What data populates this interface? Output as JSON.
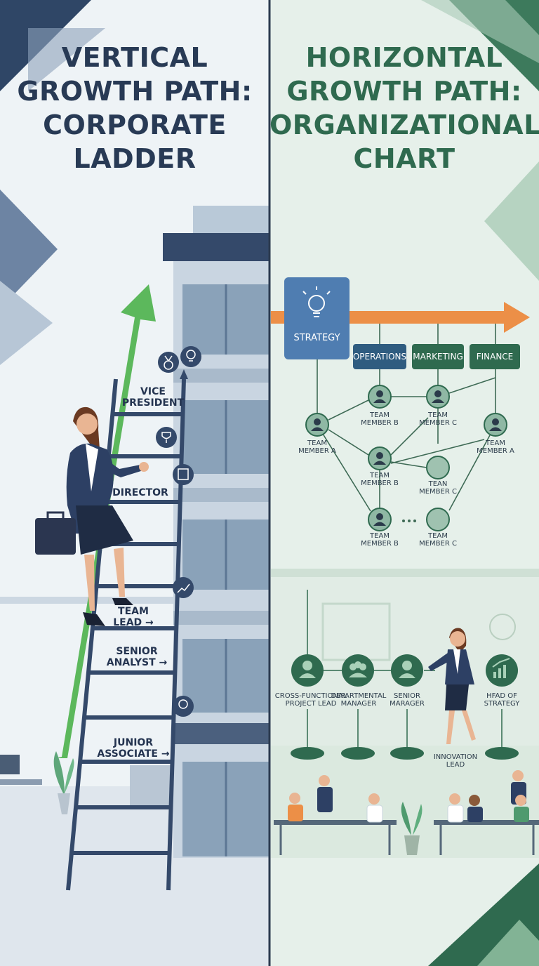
{
  "left_panel": {
    "title_lines": [
      "VERTICAL",
      "GROWTH PATH:",
      "CORPORATE",
      "LADDER"
    ],
    "rungs": [
      {
        "lines": [
          "VICE",
          "PRESIDENT"
        ]
      },
      {
        "lines": [
          "DIRECTOR"
        ]
      },
      {
        "lines": [
          "TEAM",
          "LEAD"
        ],
        "arrow": "→"
      },
      {
        "lines": [
          "SENIOR",
          "ANALYST"
        ],
        "arrow": "→"
      },
      {
        "lines": [
          "JUNIOR",
          "ASSOCIATE"
        ],
        "arrow": "→"
      }
    ],
    "icons": [
      "medal-icon",
      "lightbulb-icon",
      "trophy-icon",
      "building-icon",
      "growth-chart-icon",
      "lightbulb-icon"
    ],
    "colors": {
      "navy": "#283a55",
      "arrow_green": "#5cb85c",
      "background": "#eef3f6"
    }
  },
  "right_panel": {
    "title_lines": [
      "HORIZONTAL",
      "GROWTH PATH:",
      "ORGANIZATIONAL",
      "CHART"
    ],
    "strategy_label": "STRATEGY",
    "departments": [
      "OPERATIONS",
      "MARKETING",
      "FINANCE"
    ],
    "team_nodes": [
      {
        "lines": [
          "TEAM",
          "MEMBER B"
        ]
      },
      {
        "lines": [
          "TEAM",
          "MEMBER C"
        ]
      },
      {
        "lines": [
          "TEAM",
          "MEMBER A"
        ]
      },
      {
        "lines": [
          "TEAM",
          "MEMBER A"
        ]
      },
      {
        "lines": [
          "TEAM",
          "MEMBER B"
        ]
      },
      {
        "lines": [
          "TEAN",
          "MEMBER C"
        ]
      },
      {
        "lines": [
          "TEAM",
          "MEMBER B"
        ]
      },
      {
        "lines": [
          "TEAM",
          "MEMBER C"
        ]
      }
    ],
    "ellipsis": "• • •",
    "roles": [
      {
        "lines": [
          "CROSS-FUNCTIONAL",
          "PROJECT LEAD"
        ]
      },
      {
        "lines": [
          "DEPARTMENTAL",
          "MANAGER"
        ]
      },
      {
        "lines": [
          "SENIOR",
          "MARAGER"
        ]
      },
      {
        "lines": [
          "HFAD OF",
          "STRATEGY"
        ]
      }
    ],
    "innovation_lines": [
      "INNOVATION",
      "LEAD"
    ],
    "colors": {
      "green": "#2f6a4f",
      "orange": "#ec8f47",
      "strategy_blue": "#4f7db1",
      "background": "#e4efe8"
    }
  }
}
